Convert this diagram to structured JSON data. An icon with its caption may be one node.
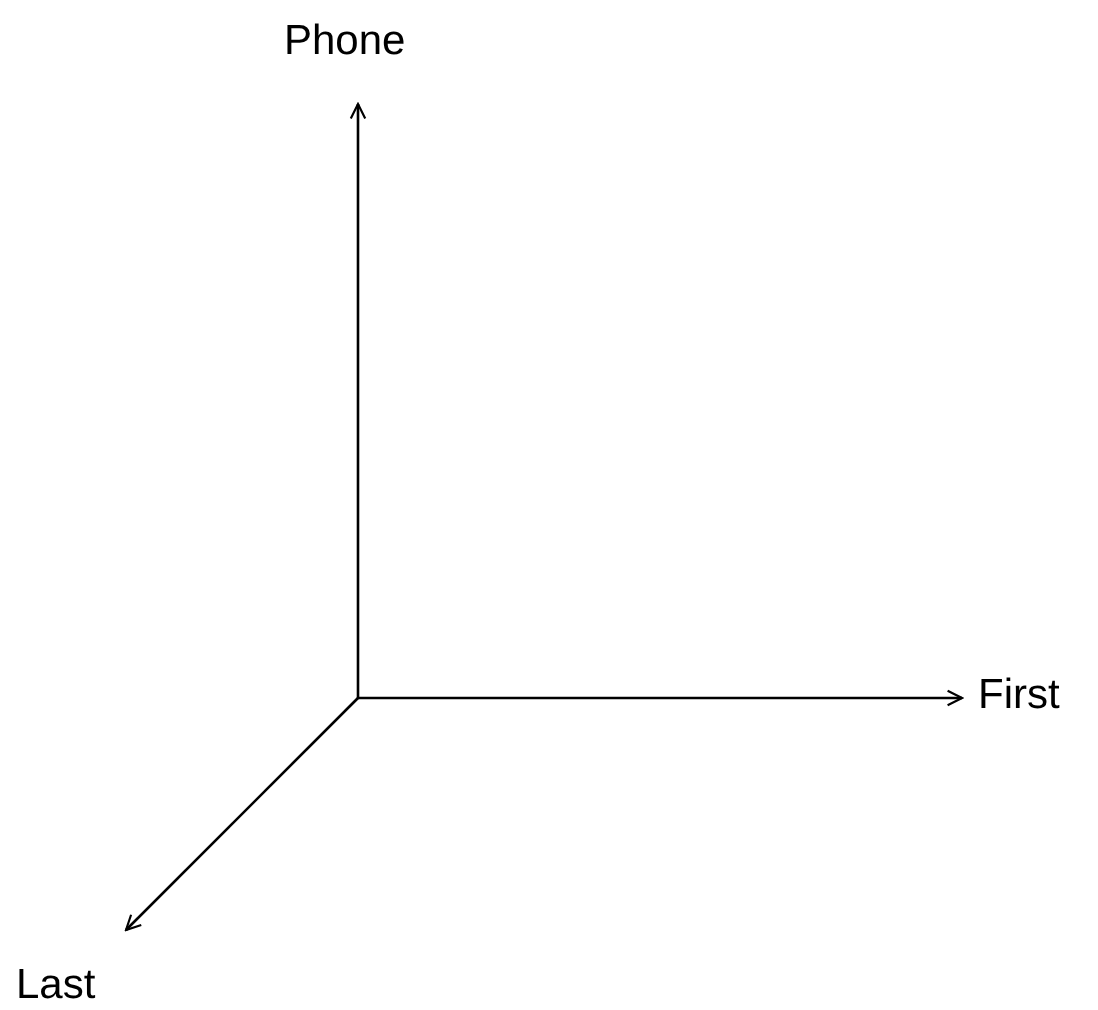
{
  "diagram": {
    "labels": [
      "Phone",
      "First",
      "Last"
    ]
  }
}
